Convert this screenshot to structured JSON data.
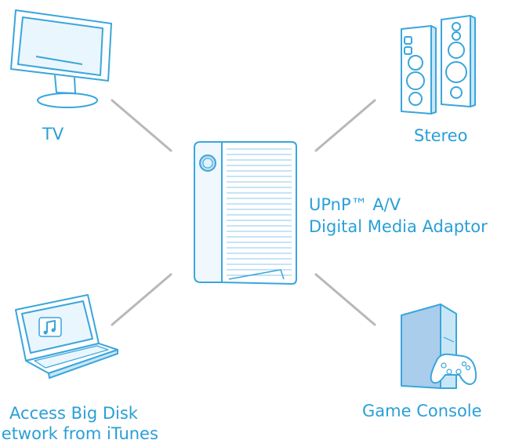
{
  "diagram": {
    "hub": {
      "line1": "UPnP™ A/V",
      "line2": "Digital Media Adaptor"
    },
    "nodes": {
      "tv": "TV",
      "stereo": "Stereo",
      "laptop_line1": "Access Big Disk",
      "laptop_line2": "Network from iTunes",
      "console": "Game Console"
    }
  },
  "colors": {
    "outline": "#3aa6dc",
    "label": "#2a9fd6",
    "connector": "#b8b8b8",
    "fill_light": "#eaf6fd",
    "fill_mid": "#c9e6f6",
    "fill_dark": "#a9cdea"
  }
}
